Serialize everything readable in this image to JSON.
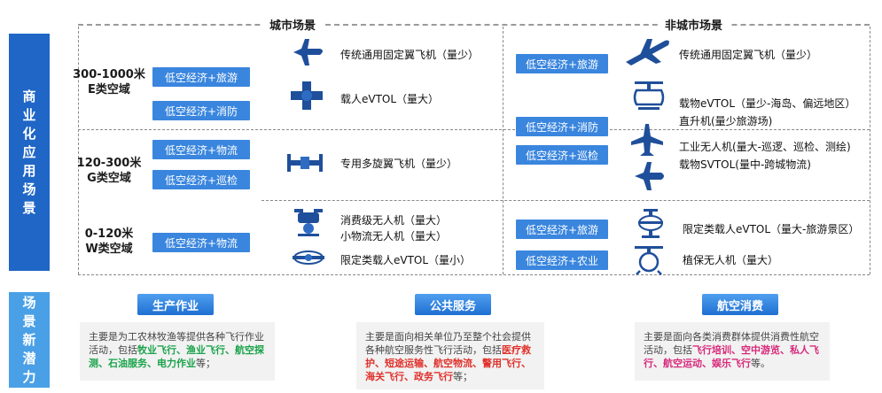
{
  "side_labels": {
    "top": "商业化应用场景",
    "bottom": "场景新潜力"
  },
  "headers": {
    "city": "城市场景",
    "noncity": "非城市场景"
  },
  "rows": [
    {
      "label_line1": "300-1000米",
      "label_line2": "E类空域",
      "city_tags": [
        "低空经济+旅游",
        "低空经济+消防"
      ],
      "city_items": [
        "传统通用固定翼飞机（量少）",
        "载人eVTOL（量大）"
      ],
      "noncity_tags": [
        "低空经济+旅游",
        "低空经济+消防"
      ],
      "noncity_items": [
        "传统通用固定翼飞机（量少）",
        "载物eVTOL（量少-海岛、偏远地区）",
        "直升机(量少旅游场)"
      ]
    },
    {
      "label_line1": "120-300米",
      "label_line2": "G类空域",
      "city_tags": [
        "低空经济+物流",
        "低空经济+巡检"
      ],
      "city_items": [
        "专用多旋翼飞机（量少）"
      ],
      "noncity_tags": [
        "低空经济+巡检"
      ],
      "noncity_items": [
        "工业无人机(量大-巡逻、巡检、测绘)",
        "载物SVTOL(量中-跨城物流)"
      ]
    },
    {
      "label_line1": "0-120米",
      "label_line2": "W类空域",
      "city_tags": [
        "低空经济+物流"
      ],
      "city_items": [
        "消费级无人机（量大）",
        "小物流无人机（量大）",
        "限定类载人eVTOL（量小）"
      ],
      "noncity_tags": [
        "低空经济+旅游",
        "低空经济+农业"
      ],
      "noncity_items": [
        "限定类载人eVTOL（量大-旅游景区）",
        "植保无人机（量大）"
      ]
    }
  ],
  "potential": [
    {
      "title": "生产作业",
      "text_pre": "主要是为工农林牧渔等提供各种飞行作业活动，包括",
      "highlights": [
        "牧业飞行、渔业飞行、航空探测、石油服务、电力作业"
      ],
      "text_post": "等；"
    },
    {
      "title": "公共服务",
      "text_pre": "主要是面向相关单位乃至整个社会提供各种航空服务性飞行活动，包括",
      "highlights": [
        "医疗救护、短途运输、航空物流、警用飞行、海关飞行、政务飞行"
      ],
      "text_post": "等；"
    },
    {
      "title": "航空消费",
      "text_pre": "主要是面向各类消费群体提供消费性航空活动，包括",
      "highlights": [
        "飞行培训、空中游览、私人飞行、航空运动、娱乐飞行"
      ],
      "text_post": "等。"
    }
  ],
  "colors": {
    "primary": "#1f66c6",
    "light": "#4aa0e6",
    "tag": "#3a86de",
    "green": "#1aa34a",
    "red": "#e0302a",
    "magenta": "#d8297a"
  },
  "icons": {
    "fixed_wing_small": "airplane-icon",
    "evtol_cross": "evtol-icon",
    "multirotor": "multirotor-icon",
    "drone": "drone-icon",
    "passenger_evtol": "passenger-evtol-icon",
    "plane_large": "jet-airplane-icon",
    "cargo_evtol": "cargo-evtol-icon",
    "industrial_drone": "industrial-drone-icon",
    "svtol": "svtol-icon",
    "tourist_evtol": "tourist-evtol-icon",
    "crop_drone": "crop-drone-icon"
  }
}
